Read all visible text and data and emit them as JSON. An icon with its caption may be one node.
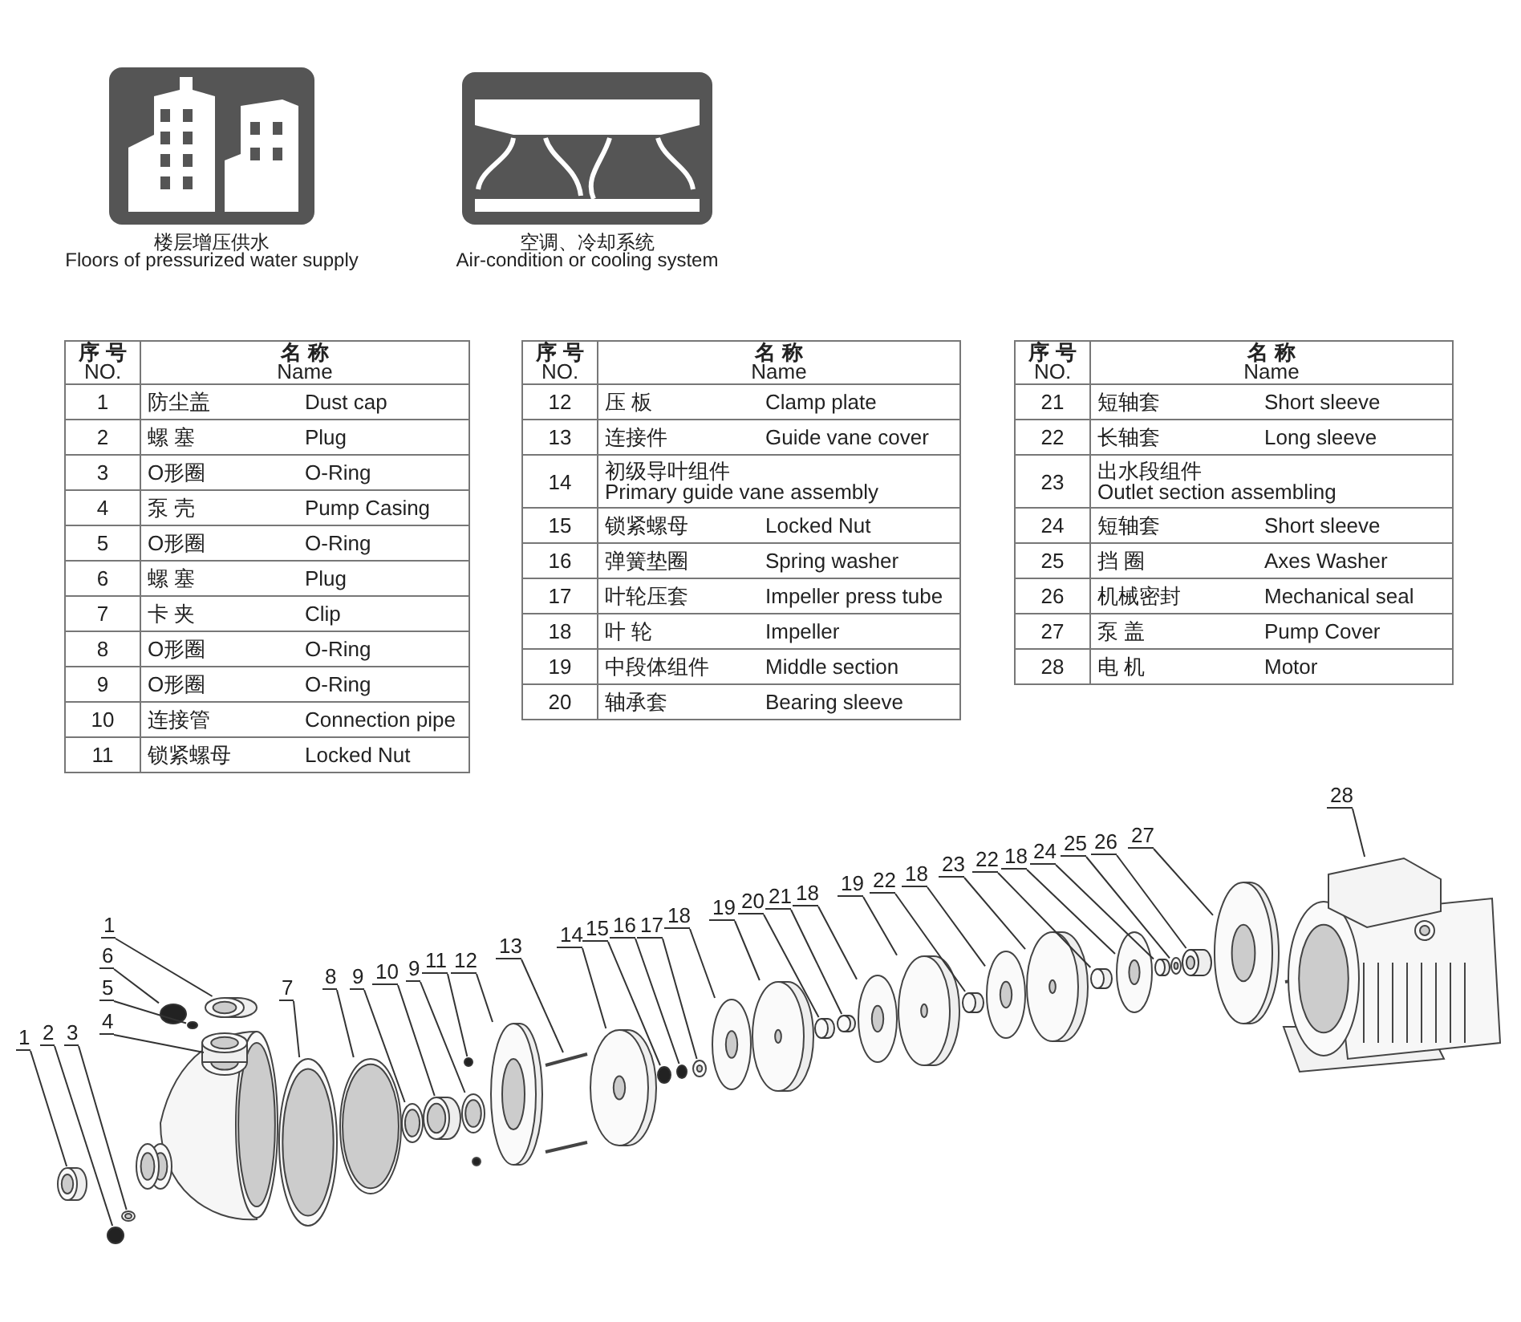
{
  "diagram": {
    "nodes": [
      {
        "text": [
          "1"
        ]
      },
      {
        "text": [
          "6"
        ]
      },
      {
        "text": [
          "5"
        ]
      },
      {
        "text": [
          "4"
        ]
      },
      {
        "text": [
          "1"
        ]
      },
      {
        "text": [
          "2"
        ]
      },
      {
        "text": [
          "3"
        ]
      },
      {
        "text": [
          "7"
        ]
      },
      {
        "text": [
          "8"
        ]
      },
      {
        "text": [
          "9"
        ]
      },
      {
        "text": [
          "10"
        ]
      },
      {
        "text": [
          "9"
        ]
      },
      {
        "text": [
          "11"
        ]
      },
      {
        "text": [
          "12"
        ]
      },
      {
        "text": [
          "13"
        ]
      },
      {
        "text": [
          "14"
        ]
      },
      {
        "text": [
          "15"
        ]
      },
      {
        "text": [
          "16"
        ]
      },
      {
        "text": [
          "17"
        ]
      },
      {
        "text": [
          "18"
        ]
      },
      {
        "text": [
          "19"
        ]
      },
      {
        "text": [
          "20"
        ]
      },
      {
        "text": [
          "21"
        ]
      },
      {
        "text": [
          "18"
        ]
      },
      {
        "text": [
          "19"
        ]
      },
      {
        "text": [
          "22"
        ]
      },
      {
        "text": [
          "18"
        ]
      },
      {
        "text": [
          "23"
        ]
      },
      {
        "text": [
          "22"
        ]
      },
      {
        "text": [
          "18"
        ]
      },
      {
        "text": [
          "24"
        ]
      },
      {
        "text": [
          "25"
        ]
      },
      {
        "text": [
          "26"
        ]
      },
      {
        "text": [
          "27"
        ]
      },
      {
        "text": [
          "28"
        ]
      },
      {
        "text": [],
        "shape": "picture"
      },
      {
        "text": [],
        "shape": "circle"
      },
      {
        "text": [],
        "shape": "circle"
      },
      {
        "text": [],
        "shape": "picture"
      },
      {
        "text": [],
        "shape": "picture"
      },
      {
        "text": [],
        "shape": "circle"
      },
      {
        "text": [],
        "shape": "picture"
      },
      {
        "text": [],
        "shape": "picture"
      },
      {
        "text": [],
        "shape": "picture"
      },
      {
        "text": [],
        "shape": "picture"
      },
      {
        "text": [],
        "shape": "picture"
      },
      {
        "text": [],
        "shape": "picture"
      },
      {
        "text": [],
        "shape": "circle"
      },
      {
        "text": [],
        "shape": "picture"
      },
      {
        "text": [],
        "shape": "picture"
      },
      {
        "text": [],
        "shape": "picture"
      },
      {
        "text": [],
        "shape": "circle"
      },
      {
        "text": [],
        "shape": "circle"
      },
      {
        "text": [],
        "shape": "picture"
      },
      {
        "text": [],
        "shape": "picture"
      },
      {
        "text": [],
        "shape": "picture"
      },
      {
        "text": [],
        "shape": "cylinder"
      },
      {
        "text": [],
        "shape": "cylinder"
      },
      {
        "text": [],
        "shape": "picture"
      },
      {
        "text": [],
        "shape": "picture"
      },
      {
        "text": [],
        "shape": "cylinder"
      },
      {
        "text": [],
        "shape": "picture"
      },
      {
        "text": [],
        "shape": "picture"
      },
      {
        "text": [],
        "shape": "cylinder"
      },
      {
        "text": [],
        "shape": "picture"
      },
      {
        "text": [],
        "shape": "cylinder"
      },
      {
        "text": [],
        "shape": "picture"
      },
      {
        "text": [],
        "shape": "cylinder"
      },
      {
        "text": [],
        "shape": "picture"
      },
      {
        "text": [],
        "shape": "picture"
      }
    ],
    "edges": [
      {
        "from": 0,
        "to": 35,
        "arrow": "none"
      },
      {
        "from": 1,
        "to": 36,
        "arrow": "none"
      },
      {
        "from": 2,
        "to": 37,
        "arrow": "none"
      },
      {
        "from": 3,
        "to": 38,
        "arrow": "none"
      },
      {
        "from": 4,
        "to": 39,
        "arrow": "none"
      },
      {
        "from": 5,
        "to": 40,
        "arrow": "none"
      },
      {
        "from": 6,
        "to": 41,
        "arrow": "none"
      },
      {
        "from": 7,
        "to": 42,
        "arrow": "none"
      },
      {
        "from": 8,
        "to": 43,
        "arrow": "none"
      },
      {
        "from": 9,
        "to": 44,
        "arrow": "none"
      },
      {
        "from": 10,
        "to": 45,
        "arrow": "none"
      },
      {
        "from": 11,
        "to": 46,
        "arrow": "none"
      },
      {
        "from": 12,
        "to": 47,
        "arrow": "none"
      },
      {
        "from": 13,
        "to": 48,
        "arrow": "none"
      },
      {
        "from": 14,
        "to": 49,
        "arrow": "none"
      },
      {
        "from": 15,
        "to": 50,
        "arrow": "none"
      },
      {
        "from": 16,
        "to": 51,
        "arrow": "none"
      },
      {
        "from": 17,
        "to": 52,
        "arrow": "none"
      },
      {
        "from": 18,
        "to": 53,
        "arrow": "none"
      },
      {
        "from": 19,
        "to": 54,
        "arrow": "none"
      },
      {
        "from": 20,
        "to": 55,
        "arrow": "none"
      },
      {
        "from": 21,
        "to": 56,
        "arrow": "none"
      },
      {
        "from": 22,
        "to": 57,
        "arrow": "none"
      },
      {
        "from": 23,
        "to": 58,
        "arrow": "none"
      },
      {
        "from": 24,
        "to": 59,
        "arrow": "none"
      },
      {
        "from": 25,
        "to": 60,
        "arrow": "none"
      },
      {
        "from": 26,
        "to": 61,
        "arrow": "none"
      },
      {
        "from": 27,
        "to": 62,
        "arrow": "none"
      },
      {
        "from": 28,
        "to": 63,
        "arrow": "none"
      },
      {
        "from": 29,
        "to": 64,
        "arrow": "none"
      },
      {
        "from": 30,
        "to": 65,
        "arrow": "none"
      },
      {
        "from": 31,
        "to": 66,
        "arrow": "none"
      },
      {
        "from": 32,
        "to": 67,
        "arrow": "none"
      },
      {
        "from": 33,
        "to": 68,
        "arrow": "none"
      },
      {
        "from": 34,
        "to": 69,
        "arrow": "none"
      }
    ],
    "labels": [
      "楼层增压供水",
      "Floors of pressurized water supply",
      "空调、冷却系统",
      "Air-condition or cooling system",
      "序 号",
      "NO.",
      "名 称",
      "Name",
      "1",
      "防尘盖",
      "Dust cap",
      "2",
      "螺 塞",
      "Plug",
      "3",
      "O形圈",
      "O-Ring",
      "4",
      "泵 壳",
      "Pump Casing",
      "5",
      "O形圈",
      "O-Ring",
      "6",
      "螺 塞",
      "Plug",
      "7",
      "卡 夹",
      "Clip",
      "8",
      "O形圈",
      "O-Ring",
      "9",
      "O形圈",
      "O-Ring",
      "10",
      "连接管",
      "Connection pipe",
      "11",
      "锁紧螺母",
      "Locked Nut",
      "序 号",
      "NO.",
      "名 称",
      "Name",
      "12",
      "压 板",
      "Clamp plate",
      "13",
      "连接件",
      "Guide vane cover",
      "14",
      "初级导叶组件",
      "Primary guide vane assembly",
      "15",
      "锁紧螺母",
      "Locked Nut",
      "16",
      "弹簧垫圈",
      "Spring washer",
      "17",
      "叶轮压套",
      "Impeller press tube",
      "18",
      "叶 轮",
      "Impeller",
      "19",
      "中段体组件",
      "Middle section",
      "20",
      "轴承套",
      "Bearing sleeve",
      "序 号",
      "NO.",
      "名 称",
      "Name",
      "21",
      "短轴套",
      "Short sleeve",
      "22",
      "长轴套",
      "Long sleeve",
      "23",
      "出水段组件",
      "Outlet section assembling",
      "24",
      "短轴套",
      "Short sleeve",
      "25",
      "挡 圈",
      "Axes Washer",
      "26",
      "机械密封",
      "Mechanical seal",
      "27",
      "泵 盖",
      "Pump Cover",
      "28",
      "电 机",
      "Motor"
    ]
  }
}
